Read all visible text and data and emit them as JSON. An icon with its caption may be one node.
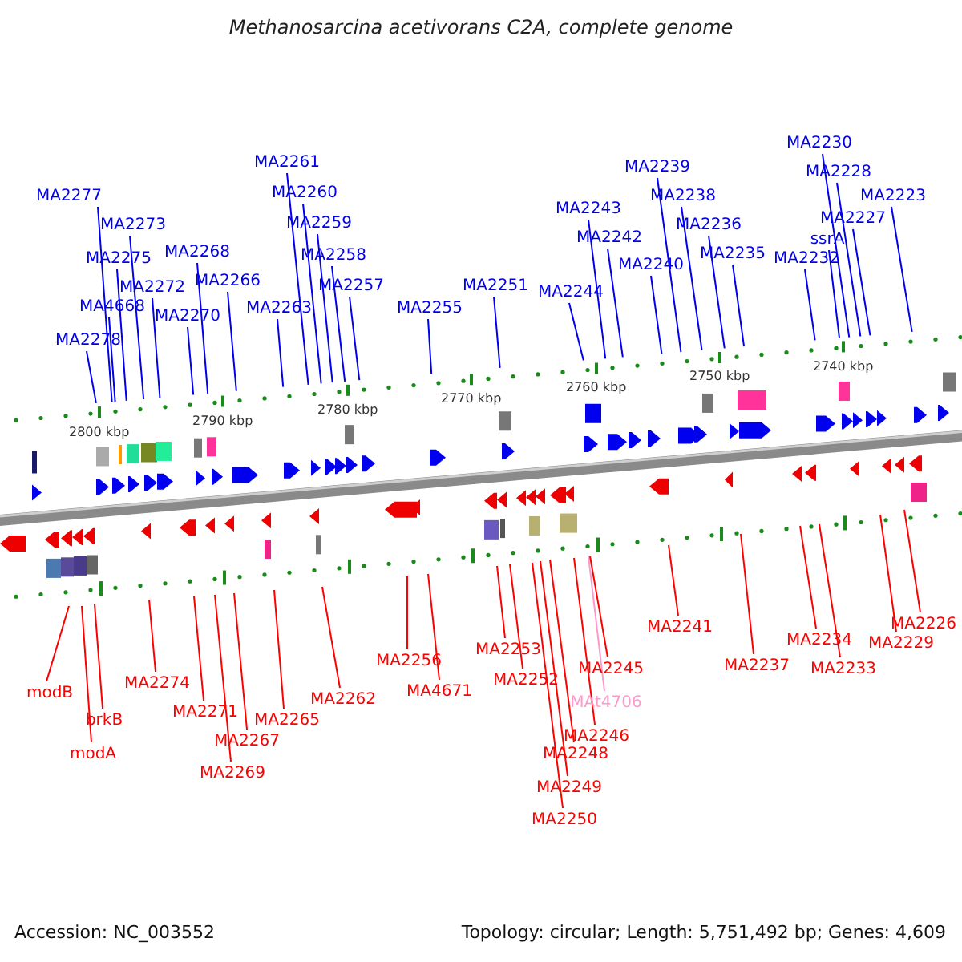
{
  "diagram": {
    "title": "Methanosarcina acetivorans C2A, complete genome",
    "nodes": [
      {
        "text": [
          "MA2278"
        ]
      },
      {
        "text": [
          "MA4668"
        ]
      },
      {
        "text": [
          "MA2277"
        ]
      },
      {
        "text": [
          "MA2275"
        ]
      },
      {
        "text": [
          "MA2273"
        ]
      },
      {
        "text": [
          "MA2272"
        ]
      },
      {
        "text": [
          "MA2270"
        ]
      },
      {
        "text": [
          "MA2268"
        ]
      },
      {
        "text": [
          "MA2266"
        ]
      },
      {
        "text": [
          "MA2263"
        ]
      },
      {
        "text": [
          "MA2261"
        ]
      },
      {
        "text": [
          "MA2260"
        ]
      },
      {
        "text": [
          "MA2259"
        ]
      },
      {
        "text": [
          "MA2258"
        ]
      },
      {
        "text": [
          "MA2257"
        ]
      },
      {
        "text": [
          "MA2255"
        ]
      },
      {
        "text": [
          "MA2251"
        ]
      },
      {
        "text": [
          "MA2244"
        ]
      },
      {
        "text": [
          "MA2243"
        ]
      },
      {
        "text": [
          "MA2242"
        ]
      },
      {
        "text": [
          "MA2240"
        ]
      },
      {
        "text": [
          "MA2239"
        ]
      },
      {
        "text": [
          "MA2238"
        ]
      },
      {
        "text": [
          "MA2236"
        ]
      },
      {
        "text": [
          "MA2235"
        ]
      },
      {
        "text": [
          "MA2232"
        ]
      },
      {
        "text": [
          "ssrA"
        ]
      },
      {
        "text": [
          "MA2230"
        ]
      },
      {
        "text": [
          "MA2228"
        ]
      },
      {
        "text": [
          "MA2227"
        ]
      },
      {
        "text": [
          "MA2223"
        ]
      },
      {
        "text": [
          "modB"
        ]
      },
      {
        "text": [
          "modA"
        ]
      },
      {
        "text": [
          "brkB"
        ]
      },
      {
        "text": [
          "MA2274"
        ]
      },
      {
        "text": [
          "MA2271"
        ]
      },
      {
        "text": [
          "MA2269"
        ]
      },
      {
        "text": [
          "MA2267"
        ]
      },
      {
        "text": [
          "MA2265"
        ]
      },
      {
        "text": [
          "MA2262"
        ]
      },
      {
        "text": [
          "MA2256"
        ]
      },
      {
        "text": [
          "MA4671"
        ]
      },
      {
        "text": [
          "MA2253"
        ]
      },
      {
        "text": [
          "MA2252"
        ]
      },
      {
        "text": [
          "MA2250"
        ]
      },
      {
        "text": [
          "MA2249"
        ]
      },
      {
        "text": [
          "MA2248"
        ]
      },
      {
        "text": [
          "MA2246"
        ]
      },
      {
        "text": [
          "MAt4706"
        ]
      },
      {
        "text": [
          "MA2245"
        ]
      },
      {
        "text": [
          "MA2241"
        ]
      },
      {
        "text": [
          "MA2237"
        ]
      },
      {
        "text": [
          "MA2234"
        ]
      },
      {
        "text": [
          "MA2233"
        ]
      },
      {
        "text": [
          "MA2229"
        ]
      },
      {
        "text": [
          "MA2226"
        ]
      }
    ],
    "edges": [
      {
        "from": 0,
        "to": null,
        "arrow": "none"
      },
      {
        "from": 1,
        "to": null,
        "arrow": "none"
      },
      {
        "from": 2,
        "to": null,
        "arrow": "none"
      },
      {
        "from": 3,
        "to": null,
        "arrow": "none"
      },
      {
        "from": 4,
        "to": null,
        "arrow": "none"
      },
      {
        "from": 5,
        "to": null,
        "arrow": "none"
      },
      {
        "from": 6,
        "to": null,
        "arrow": "none"
      },
      {
        "from": 7,
        "to": null,
        "arrow": "none"
      },
      {
        "from": 8,
        "to": null,
        "arrow": "none"
      },
      {
        "from": 9,
        "to": null,
        "arrow": "none"
      },
      {
        "from": 10,
        "to": null,
        "arrow": "none"
      },
      {
        "from": 11,
        "to": null,
        "arrow": "none"
      },
      {
        "from": 12,
        "to": null,
        "arrow": "none"
      },
      {
        "from": 13,
        "to": null,
        "arrow": "none"
      },
      {
        "from": 14,
        "to": null,
        "arrow": "none"
      },
      {
        "from": 15,
        "to": null,
        "arrow": "none"
      },
      {
        "from": 16,
        "to": null,
        "arrow": "none"
      },
      {
        "from": 17,
        "to": null,
        "arrow": "none"
      },
      {
        "from": 18,
        "to": null,
        "arrow": "none"
      },
      {
        "from": 19,
        "to": null,
        "arrow": "none"
      },
      {
        "from": 20,
        "to": null,
        "arrow": "none"
      },
      {
        "from": 21,
        "to": null,
        "arrow": "none"
      },
      {
        "from": 22,
        "to": null,
        "arrow": "none"
      },
      {
        "from": 23,
        "to": null,
        "arrow": "none"
      },
      {
        "from": 24,
        "to": null,
        "arrow": "none"
      },
      {
        "from": 25,
        "to": null,
        "arrow": "none"
      },
      {
        "from": 26,
        "to": null,
        "arrow": "none"
      },
      {
        "from": 27,
        "to": null,
        "arrow": "none"
      },
      {
        "from": 28,
        "to": null,
        "arrow": "none"
      },
      {
        "from": 29,
        "to": null,
        "arrow": "none"
      },
      {
        "from": 30,
        "to": null,
        "arrow": "none"
      },
      {
        "from": 31,
        "to": null,
        "arrow": "none",
        "color": "#ff0000"
      },
      {
        "from": 32,
        "to": null,
        "arrow": "none",
        "color": "#ff0000"
      },
      {
        "from": 33,
        "to": null,
        "arrow": "none",
        "color": "#ff0000"
      },
      {
        "from": 34,
        "to": null,
        "arrow": "none",
        "color": "#ff0000"
      },
      {
        "from": 35,
        "to": null,
        "arrow": "none",
        "color": "#ff0000"
      },
      {
        "from": 36,
        "to": null,
        "arrow": "none",
        "color": "#ff0000"
      },
      {
        "from": 37,
        "to": null,
        "arrow": "none",
        "color": "#ff0000"
      },
      {
        "from": 38,
        "to": null,
        "arrow": "none",
        "color": "#ff0000"
      },
      {
        "from": 39,
        "to": null,
        "arrow": "none",
        "color": "#ff0000"
      },
      {
        "from": 40,
        "to": null,
        "arrow": "none",
        "color": "#ff0000"
      },
      {
        "from": 41,
        "to": null,
        "arrow": "none",
        "color": "#ff0000"
      },
      {
        "from": 42,
        "to": null,
        "arrow": "none",
        "color": "#ff0000"
      },
      {
        "from": 43,
        "to": null,
        "arrow": "none",
        "color": "#ff0000"
      },
      {
        "from": 44,
        "to": null,
        "arrow": "none",
        "color": "#ff0000"
      },
      {
        "from": 45,
        "to": null,
        "arrow": "none",
        "color": "#ff0000"
      },
      {
        "from": 46,
        "to": null,
        "arrow": "none",
        "color": "#ff0000"
      },
      {
        "from": 47,
        "to": null,
        "arrow": "none",
        "color": "#ff0000"
      },
      {
        "from": 48,
        "to": null,
        "arrow": "none",
        "color": "#ff99cc"
      },
      {
        "from": 49,
        "to": null,
        "arrow": "none",
        "color": "#ff0000"
      },
      {
        "from": 50,
        "to": null,
        "arrow": "none",
        "color": "#ff0000"
      },
      {
        "from": 51,
        "to": null,
        "arrow": "none",
        "color": "#ff0000"
      },
      {
        "from": 52,
        "to": null,
        "arrow": "none",
        "color": "#ff0000"
      },
      {
        "from": 53,
        "to": null,
        "arrow": "none",
        "color": "#ff0000"
      },
      {
        "from": 54,
        "to": null,
        "arrow": "none",
        "color": "#ff0000"
      },
      {
        "from": 55,
        "to": null,
        "arrow": "none",
        "color": "#ff0000"
      }
    ],
    "labels": [
      "2800 kbp",
      "2790 kbp",
      "2780 kbp",
      "2770 kbp",
      "2760 kbp",
      "2750 kbp",
      "2740 kbp",
      "Accession: NC_003552",
      "Topology: circular; Length: 5,751,492 bp; Genes: 4,609"
    ]
  }
}
